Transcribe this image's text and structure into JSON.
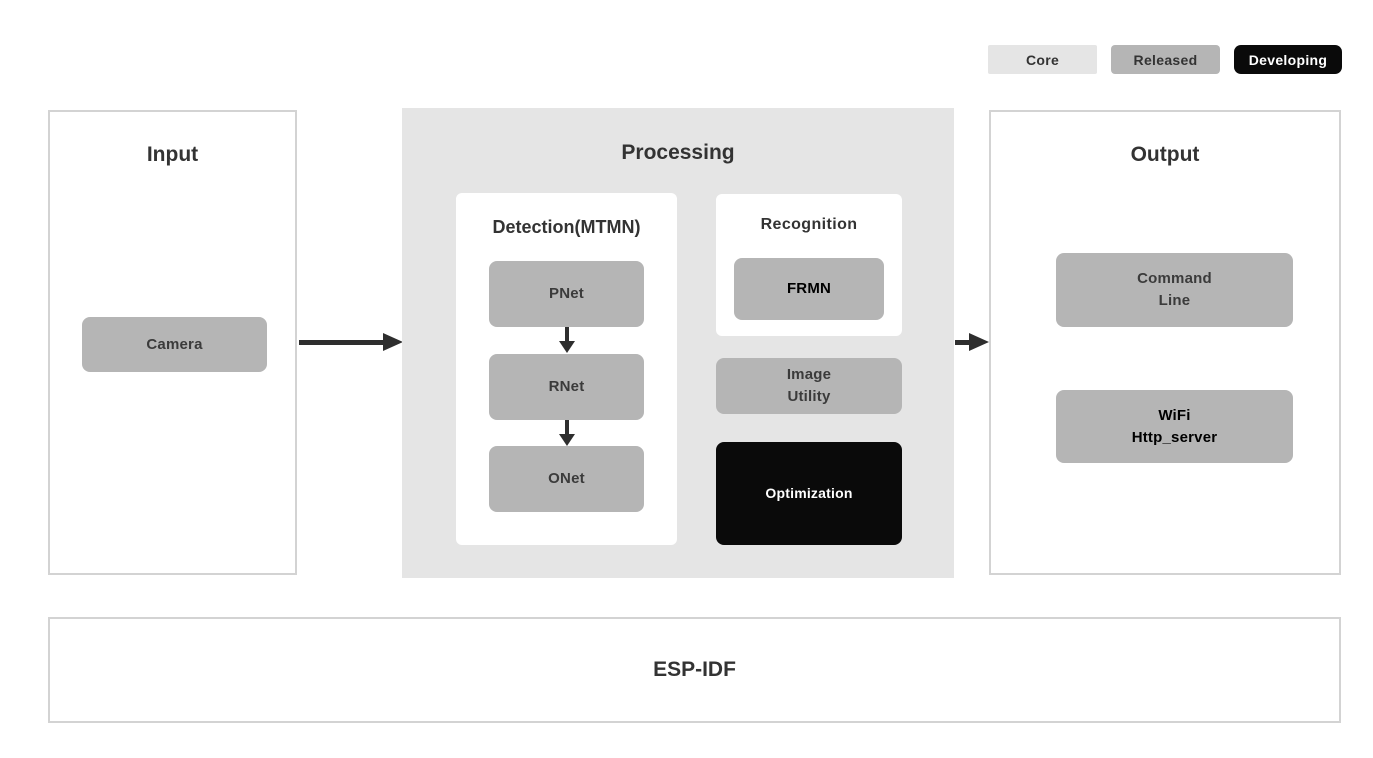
{
  "legend": {
    "items": [
      {
        "label": "Core",
        "color": "#e5e5e5",
        "text_color": "#333333"
      },
      {
        "label": "Released",
        "color": "#b5b5b5",
        "text_color": "#333333"
      },
      {
        "label": "Developing",
        "color": "#0a0a0a",
        "text_color": "#ffffff"
      }
    ]
  },
  "diagram": {
    "input": {
      "title": "Input",
      "blocks": [
        {
          "label": "Camera"
        }
      ]
    },
    "processing": {
      "title": "Processing",
      "detection": {
        "title": "Detection(MTMN)",
        "blocks": [
          {
            "label": "PNet"
          },
          {
            "label": "RNet"
          },
          {
            "label": "ONet"
          }
        ]
      },
      "recognition": {
        "title": "Recognition",
        "blocks": [
          {
            "label": "FRMN"
          }
        ]
      },
      "image_utility": {
        "label": "Image\nUtility"
      },
      "optimization": {
        "label": "Optimization"
      }
    },
    "output": {
      "title": "Output",
      "blocks": [
        {
          "label": "Command\nLine"
        },
        {
          "label": "WiFi\nHttp_server"
        }
      ]
    },
    "foundation": {
      "title": "ESP-IDF"
    }
  },
  "colors": {
    "page_background": "#ffffff",
    "panel_border": "#d3d3d3",
    "processing_background": "#e5e5e5",
    "released_block": "#b5b5b5",
    "developing_block": "#0a0a0a",
    "arrow": "#2e2e2e",
    "title_text": "#333333"
  }
}
